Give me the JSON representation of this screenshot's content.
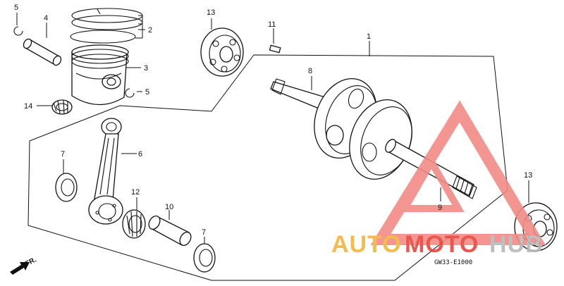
{
  "diagram": {
    "labels": {
      "p1": "1",
      "p2": "2",
      "p3": "3",
      "p4": "4",
      "p5a": "5",
      "p5b": "5",
      "p6": "6",
      "p7a": "7",
      "p7b": "7",
      "p8": "8",
      "p9": "9",
      "p10": "10",
      "p11": "11",
      "p12": "12",
      "p13a": "13",
      "p13b": "13",
      "p14": "14"
    },
    "direction_label": "FR.",
    "diagram_code": "GW33-E1000"
  },
  "watermark": {
    "text_a": "AUTO",
    "text_b": "MOTO",
    "text_c": "HUB",
    "colors": {
      "orange": "#f4b43c",
      "red": "#e8453c",
      "gray": "#b9b9b9",
      "triangle": "#f28a84"
    }
  }
}
